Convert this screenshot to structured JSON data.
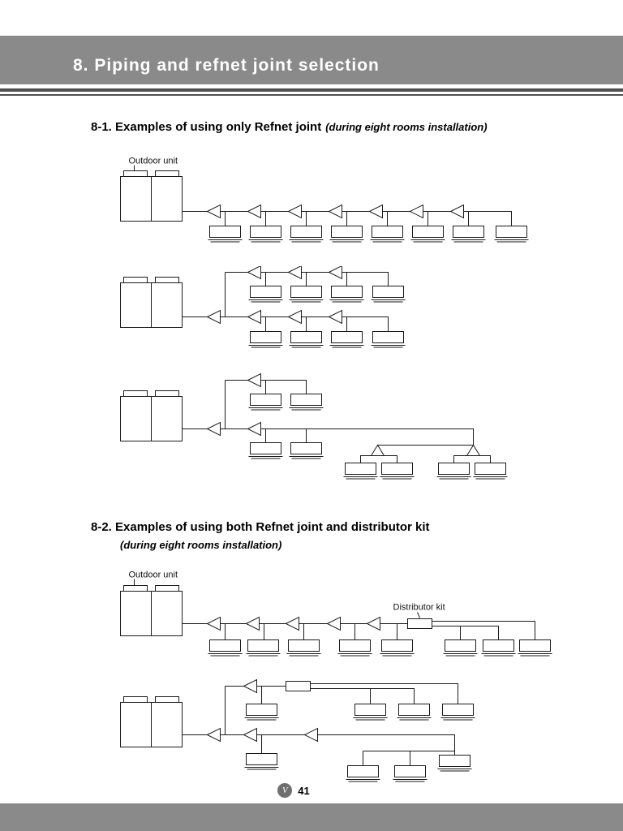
{
  "page": {
    "header_title": "8. Piping and refnet joint selection",
    "footer_badge": "V",
    "page_number": "41"
  },
  "s81": {
    "heading": "8-1. Examples of using only Refnet joint",
    "note": "(during eight rooms installation)",
    "outdoor_unit_label": "Outdoor unit"
  },
  "s82": {
    "heading": "8-2. Examples of using both Refnet joint and distributor kit",
    "note": "(during eight rooms installation)",
    "outdoor_unit_label": "Outdoor unit",
    "distributor_kit_label": "Distributor kit"
  }
}
